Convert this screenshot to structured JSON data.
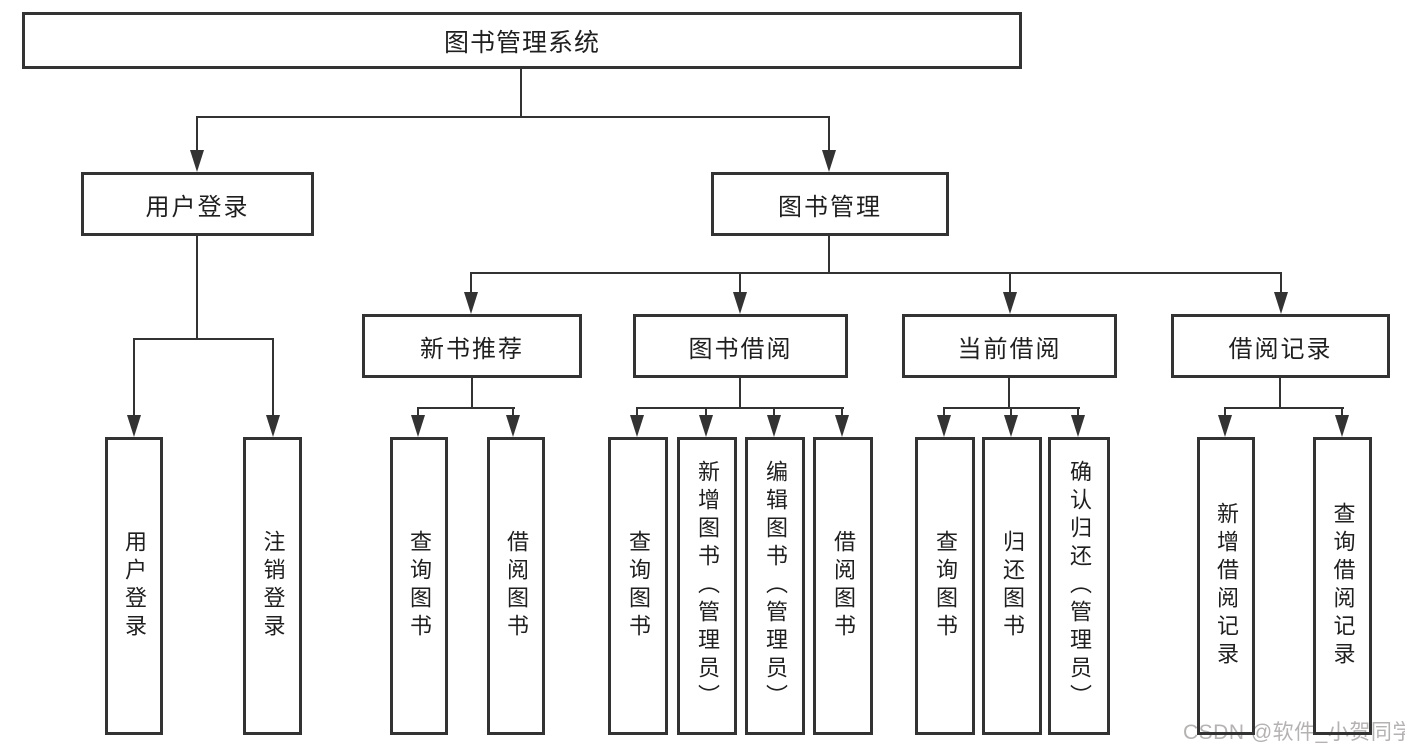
{
  "tree": {
    "root": {
      "label": "图书管理系统"
    },
    "branches": [
      {
        "label": "用户登录",
        "children": [
          {
            "label": "用户登录"
          },
          {
            "label": "注销登录"
          }
        ]
      },
      {
        "label": "图书管理",
        "children": [
          {
            "label": "新书推荐",
            "children": [
              {
                "label": "查询图书"
              },
              {
                "label": "借阅图书"
              }
            ]
          },
          {
            "label": "图书借阅",
            "children": [
              {
                "label": "查询图书"
              },
              {
                "label": "新增图书（管理员）"
              },
              {
                "label": "编辑图书（管理员）"
              },
              {
                "label": "借阅图书"
              }
            ]
          },
          {
            "label": "当前借阅",
            "children": [
              {
                "label": "查询图书"
              },
              {
                "label": "归还图书"
              },
              {
                "label": "确认归还（管理员）"
              }
            ]
          },
          {
            "label": "借阅记录",
            "children": [
              {
                "label": "新增借阅记录"
              },
              {
                "label": "查询借阅记录"
              }
            ]
          }
        ]
      }
    ]
  },
  "watermark": {
    "text": "CSDN @软件_小贺同学",
    "color": "#b5b2b2"
  },
  "colors": {
    "line": "#333333",
    "text": "#1f1f1f",
    "background": "#ffffff"
  }
}
